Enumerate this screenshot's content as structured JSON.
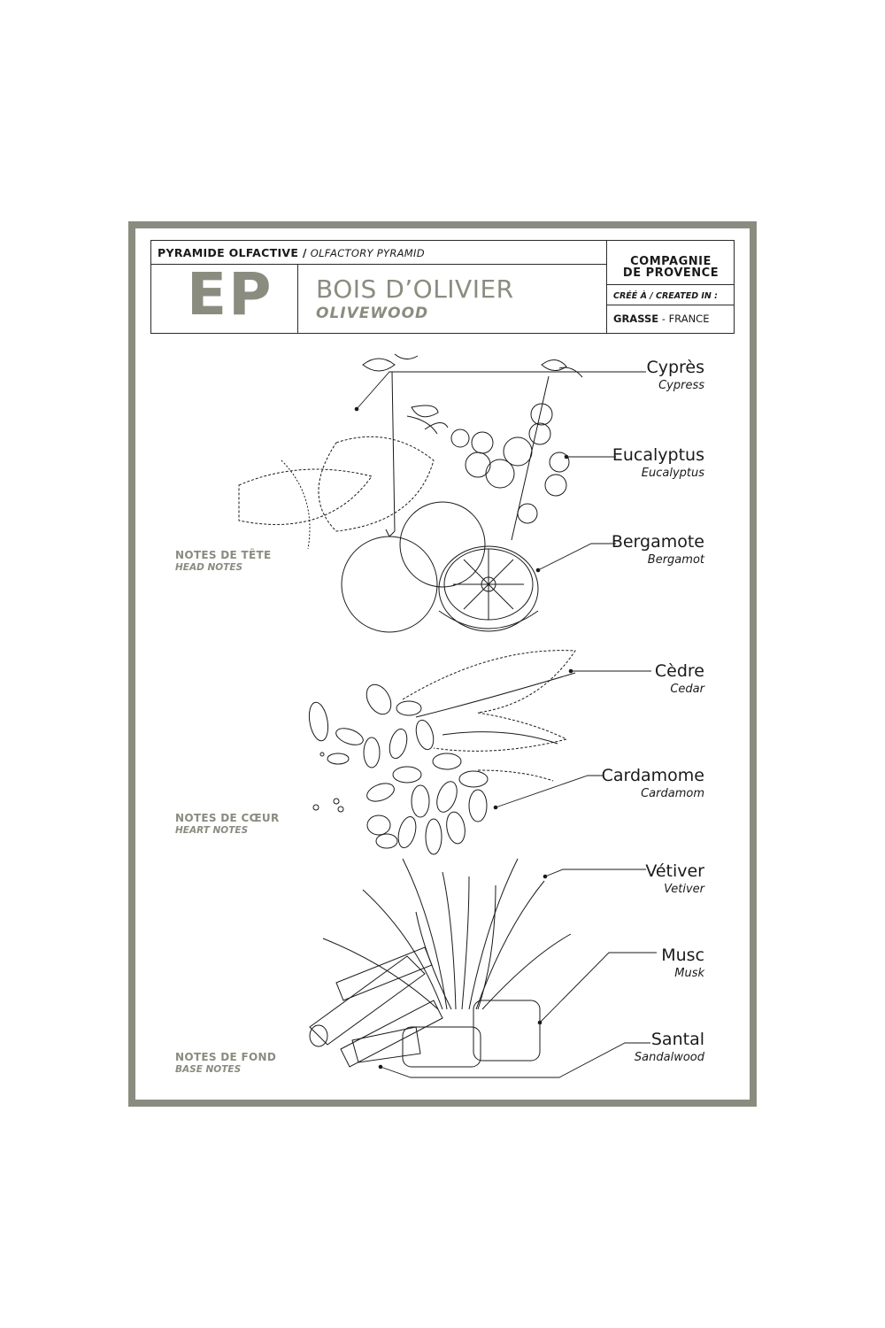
{
  "header": {
    "pyramid_fr": "PYRAMIDE OLFACTIVE /",
    "pyramid_en": "OLFACTORY PYRAMID",
    "code": "EP",
    "title_fr": "BOIS D’OLIVIER",
    "title_en": "OLIVEWOOD",
    "brand_line1": "COMPAGNIE",
    "brand_line2": "DE PROVENCE",
    "created_label": "CRÉÉ À / CREATED IN :",
    "origin_city": "GRASSE",
    "origin_country": " - FRANCE"
  },
  "sections": [
    {
      "fr": "NOTES DE TÊTE",
      "en": "HEAD NOTES"
    },
    {
      "fr": "NOTES DE CŒUR",
      "en": "HEART NOTES"
    },
    {
      "fr": "NOTES DE FOND",
      "en": "BASE NOTES"
    }
  ],
  "ingredients": [
    {
      "fr": "Cyprès",
      "en": "Cypress"
    },
    {
      "fr": "Eucalyptus",
      "en": "Eucalyptus"
    },
    {
      "fr": "Bergamote",
      "en": "Bergamot"
    },
    {
      "fr": "Cèdre",
      "en": "Cedar"
    },
    {
      "fr": "Cardamome",
      "en": "Cardamom"
    },
    {
      "fr": "Vétiver",
      "en": "Vetiver"
    },
    {
      "fr": "Musc",
      "en": "Musk"
    },
    {
      "fr": "Santal",
      "en": "Sandalwood"
    }
  ],
  "colors": {
    "frame": "#8a8c80",
    "ink": "#1a1a1a"
  }
}
